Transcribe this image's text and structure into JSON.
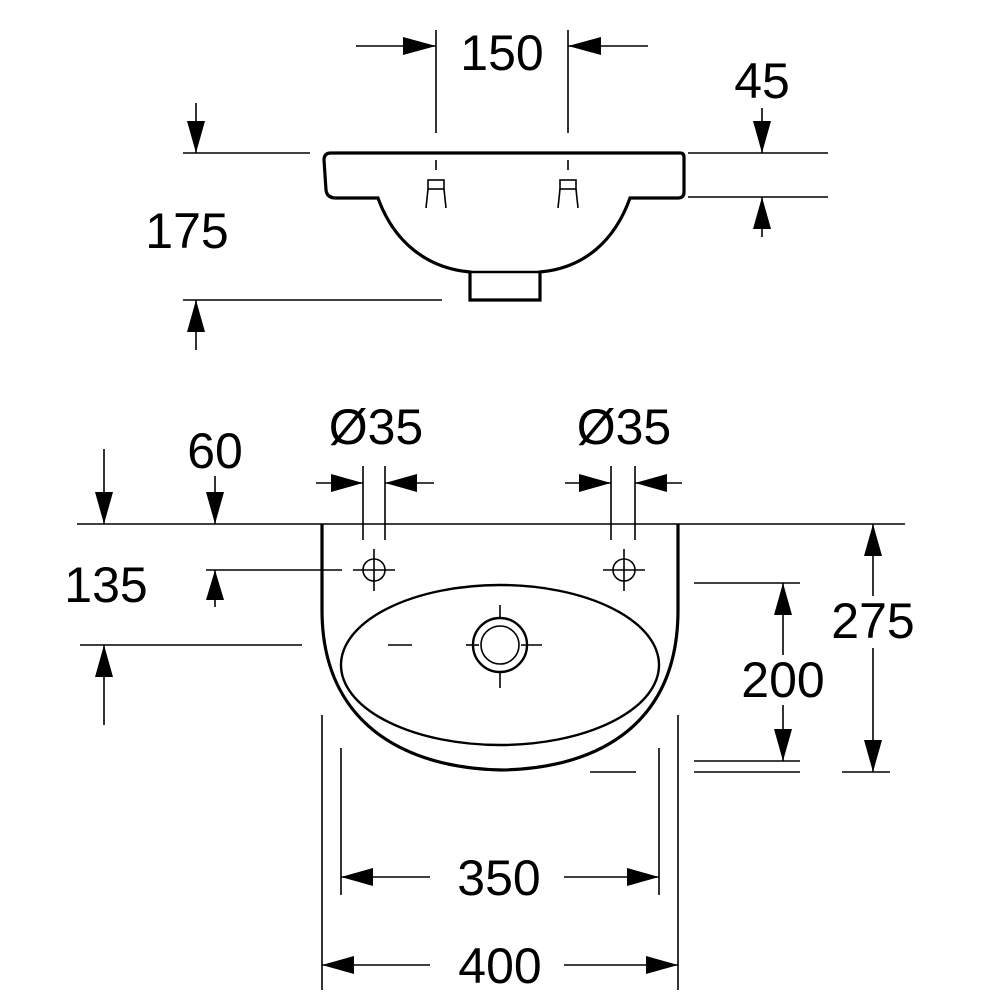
{
  "colors": {
    "ink": "#000000",
    "background": "#ffffff"
  },
  "dimensions": {
    "tap_spacing": "150",
    "rim_thickness": "45",
    "total_depth": "175",
    "tap_hole_left": "Ø35",
    "tap_hole_right": "Ø35",
    "tap_offset": "60",
    "drain_offset": "135",
    "projection": "275",
    "bowl_depth": "200",
    "bowl_width": "350",
    "overall_width": "400"
  }
}
